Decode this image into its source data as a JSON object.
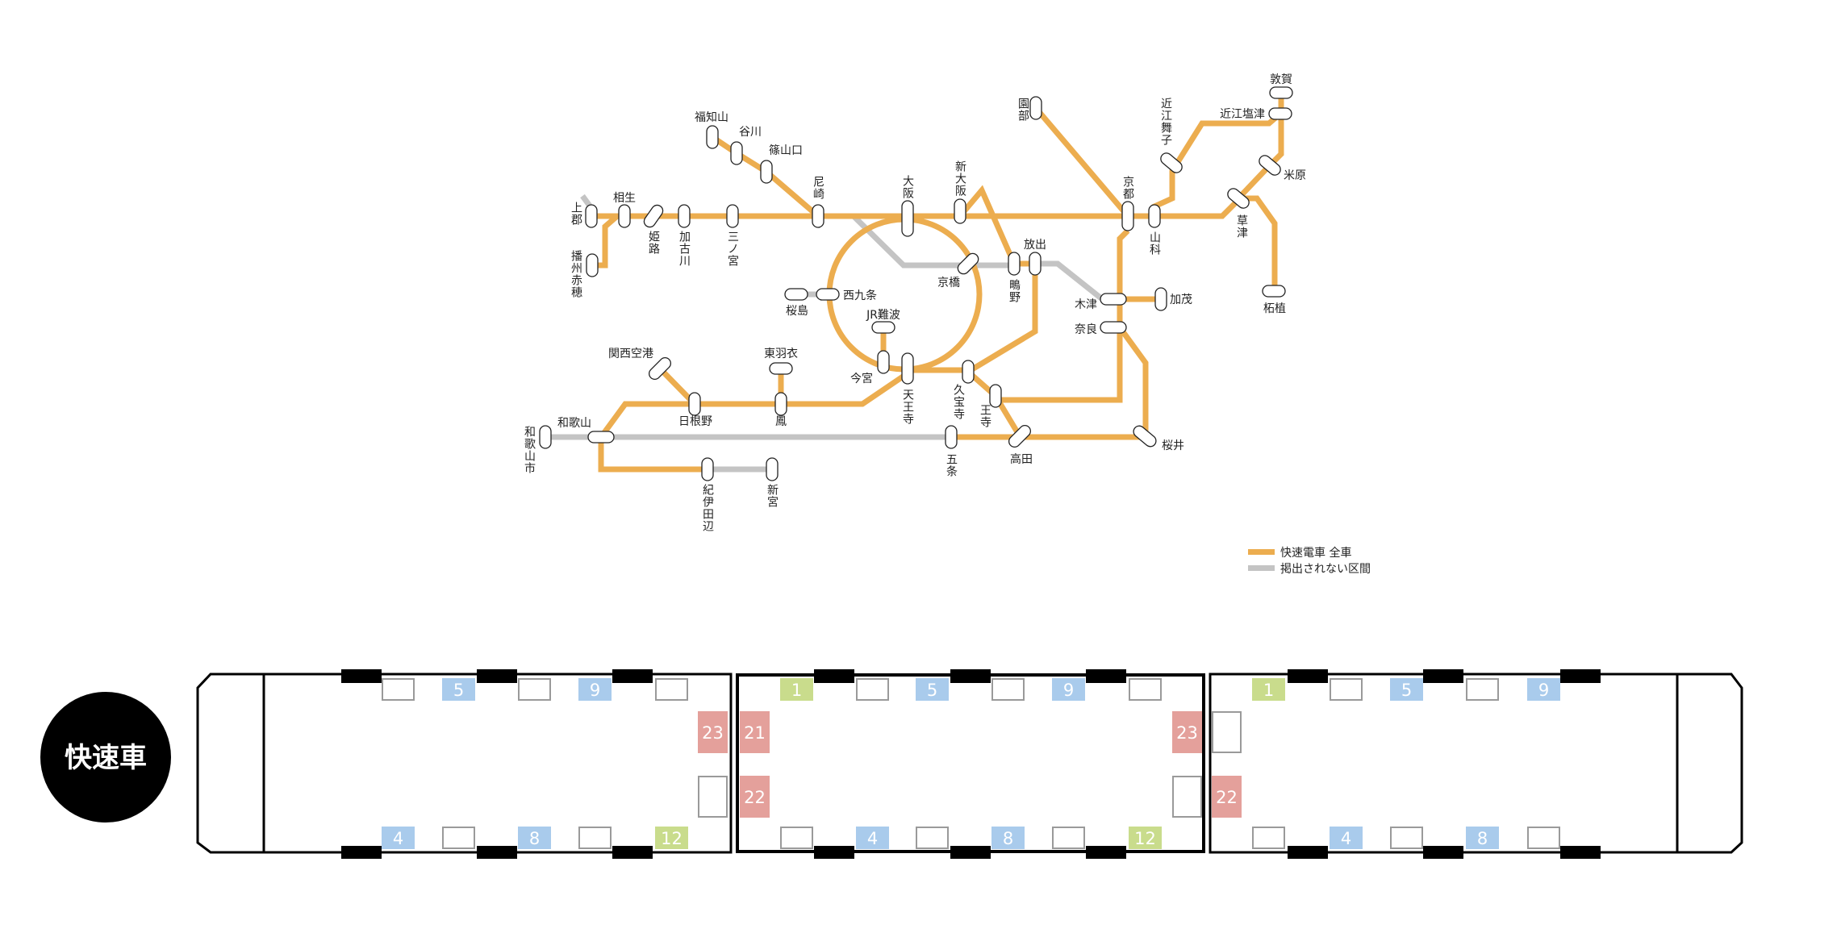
{
  "colors": {
    "service_line": "#ecad4f",
    "not_shown_line": "#c4c4c4",
    "seat_blue": "#a9cbec",
    "seat_green": "#c9dc8c",
    "seat_red": "#e4a09b",
    "seat_empty_border": "#9a9a9a"
  },
  "map": {
    "stations": [
      "上郡",
      "相生",
      "姫路",
      "加古川",
      "三ノ宮",
      "尼崎",
      "篠山口",
      "谷川",
      "福知山",
      "播州赤穂",
      "大阪",
      "新大阪",
      "京橋",
      "鴫野",
      "放出",
      "西九条",
      "桜島",
      "JR難波",
      "今宮",
      "天王寺",
      "久宝寺",
      "王寺",
      "関西空港",
      "日根野",
      "東羽衣",
      "鳳",
      "和歌山",
      "和歌山市",
      "紀伊田辺",
      "新宮",
      "五条",
      "高田",
      "桜井",
      "京都",
      "園部",
      "山科",
      "近江舞子",
      "近江塩津",
      "敦賀",
      "米原",
      "草津",
      "柘植",
      "木津",
      "加茂",
      "奈良"
    ]
  },
  "legend": {
    "service": "快速電車 全車",
    "not_shown": "掲出されない区間"
  },
  "train": {
    "badge": "快速車",
    "cars": [
      {
        "top": [
          {
            "label": "",
            "kind": "empty"
          },
          {
            "label": "5",
            "kind": "blue"
          },
          {
            "label": "",
            "kind": "empty"
          },
          {
            "label": "9",
            "kind": "blue"
          },
          {
            "label": "",
            "kind": "empty"
          }
        ],
        "bottom": [
          {
            "label": "4",
            "kind": "blue"
          },
          {
            "label": "",
            "kind": "empty"
          },
          {
            "label": "8",
            "kind": "blue"
          },
          {
            "label": "",
            "kind": "empty"
          },
          {
            "label": "12",
            "kind": "green"
          }
        ],
        "left": [],
        "right": [
          {
            "label": "23",
            "kind": "red"
          },
          {
            "label": "",
            "kind": "empty"
          }
        ]
      },
      {
        "top": [
          {
            "label": "1",
            "kind": "green"
          },
          {
            "label": "",
            "kind": "empty"
          },
          {
            "label": "5",
            "kind": "blue"
          },
          {
            "label": "",
            "kind": "empty"
          },
          {
            "label": "9",
            "kind": "blue"
          },
          {
            "label": "",
            "kind": "empty"
          }
        ],
        "bottom": [
          {
            "label": "",
            "kind": "empty"
          },
          {
            "label": "4",
            "kind": "blue"
          },
          {
            "label": "",
            "kind": "empty"
          },
          {
            "label": "8",
            "kind": "blue"
          },
          {
            "label": "",
            "kind": "empty"
          },
          {
            "label": "12",
            "kind": "green"
          }
        ],
        "left": [
          {
            "label": "21",
            "kind": "red"
          },
          {
            "label": "22",
            "kind": "red"
          }
        ],
        "right": [
          {
            "label": "23",
            "kind": "red"
          },
          {
            "label": "",
            "kind": "empty"
          }
        ]
      },
      {
        "top": [
          {
            "label": "1",
            "kind": "green"
          },
          {
            "label": "",
            "kind": "empty"
          },
          {
            "label": "5",
            "kind": "blue"
          },
          {
            "label": "",
            "kind": "empty"
          },
          {
            "label": "9",
            "kind": "blue"
          }
        ],
        "bottom": [
          {
            "label": "",
            "kind": "empty"
          },
          {
            "label": "4",
            "kind": "blue"
          },
          {
            "label": "",
            "kind": "empty"
          },
          {
            "label": "8",
            "kind": "blue"
          },
          {
            "label": "",
            "kind": "empty"
          }
        ],
        "left": [
          {
            "label": "",
            "kind": "empty"
          },
          {
            "label": "22",
            "kind": "red"
          }
        ],
        "right": []
      }
    ]
  }
}
